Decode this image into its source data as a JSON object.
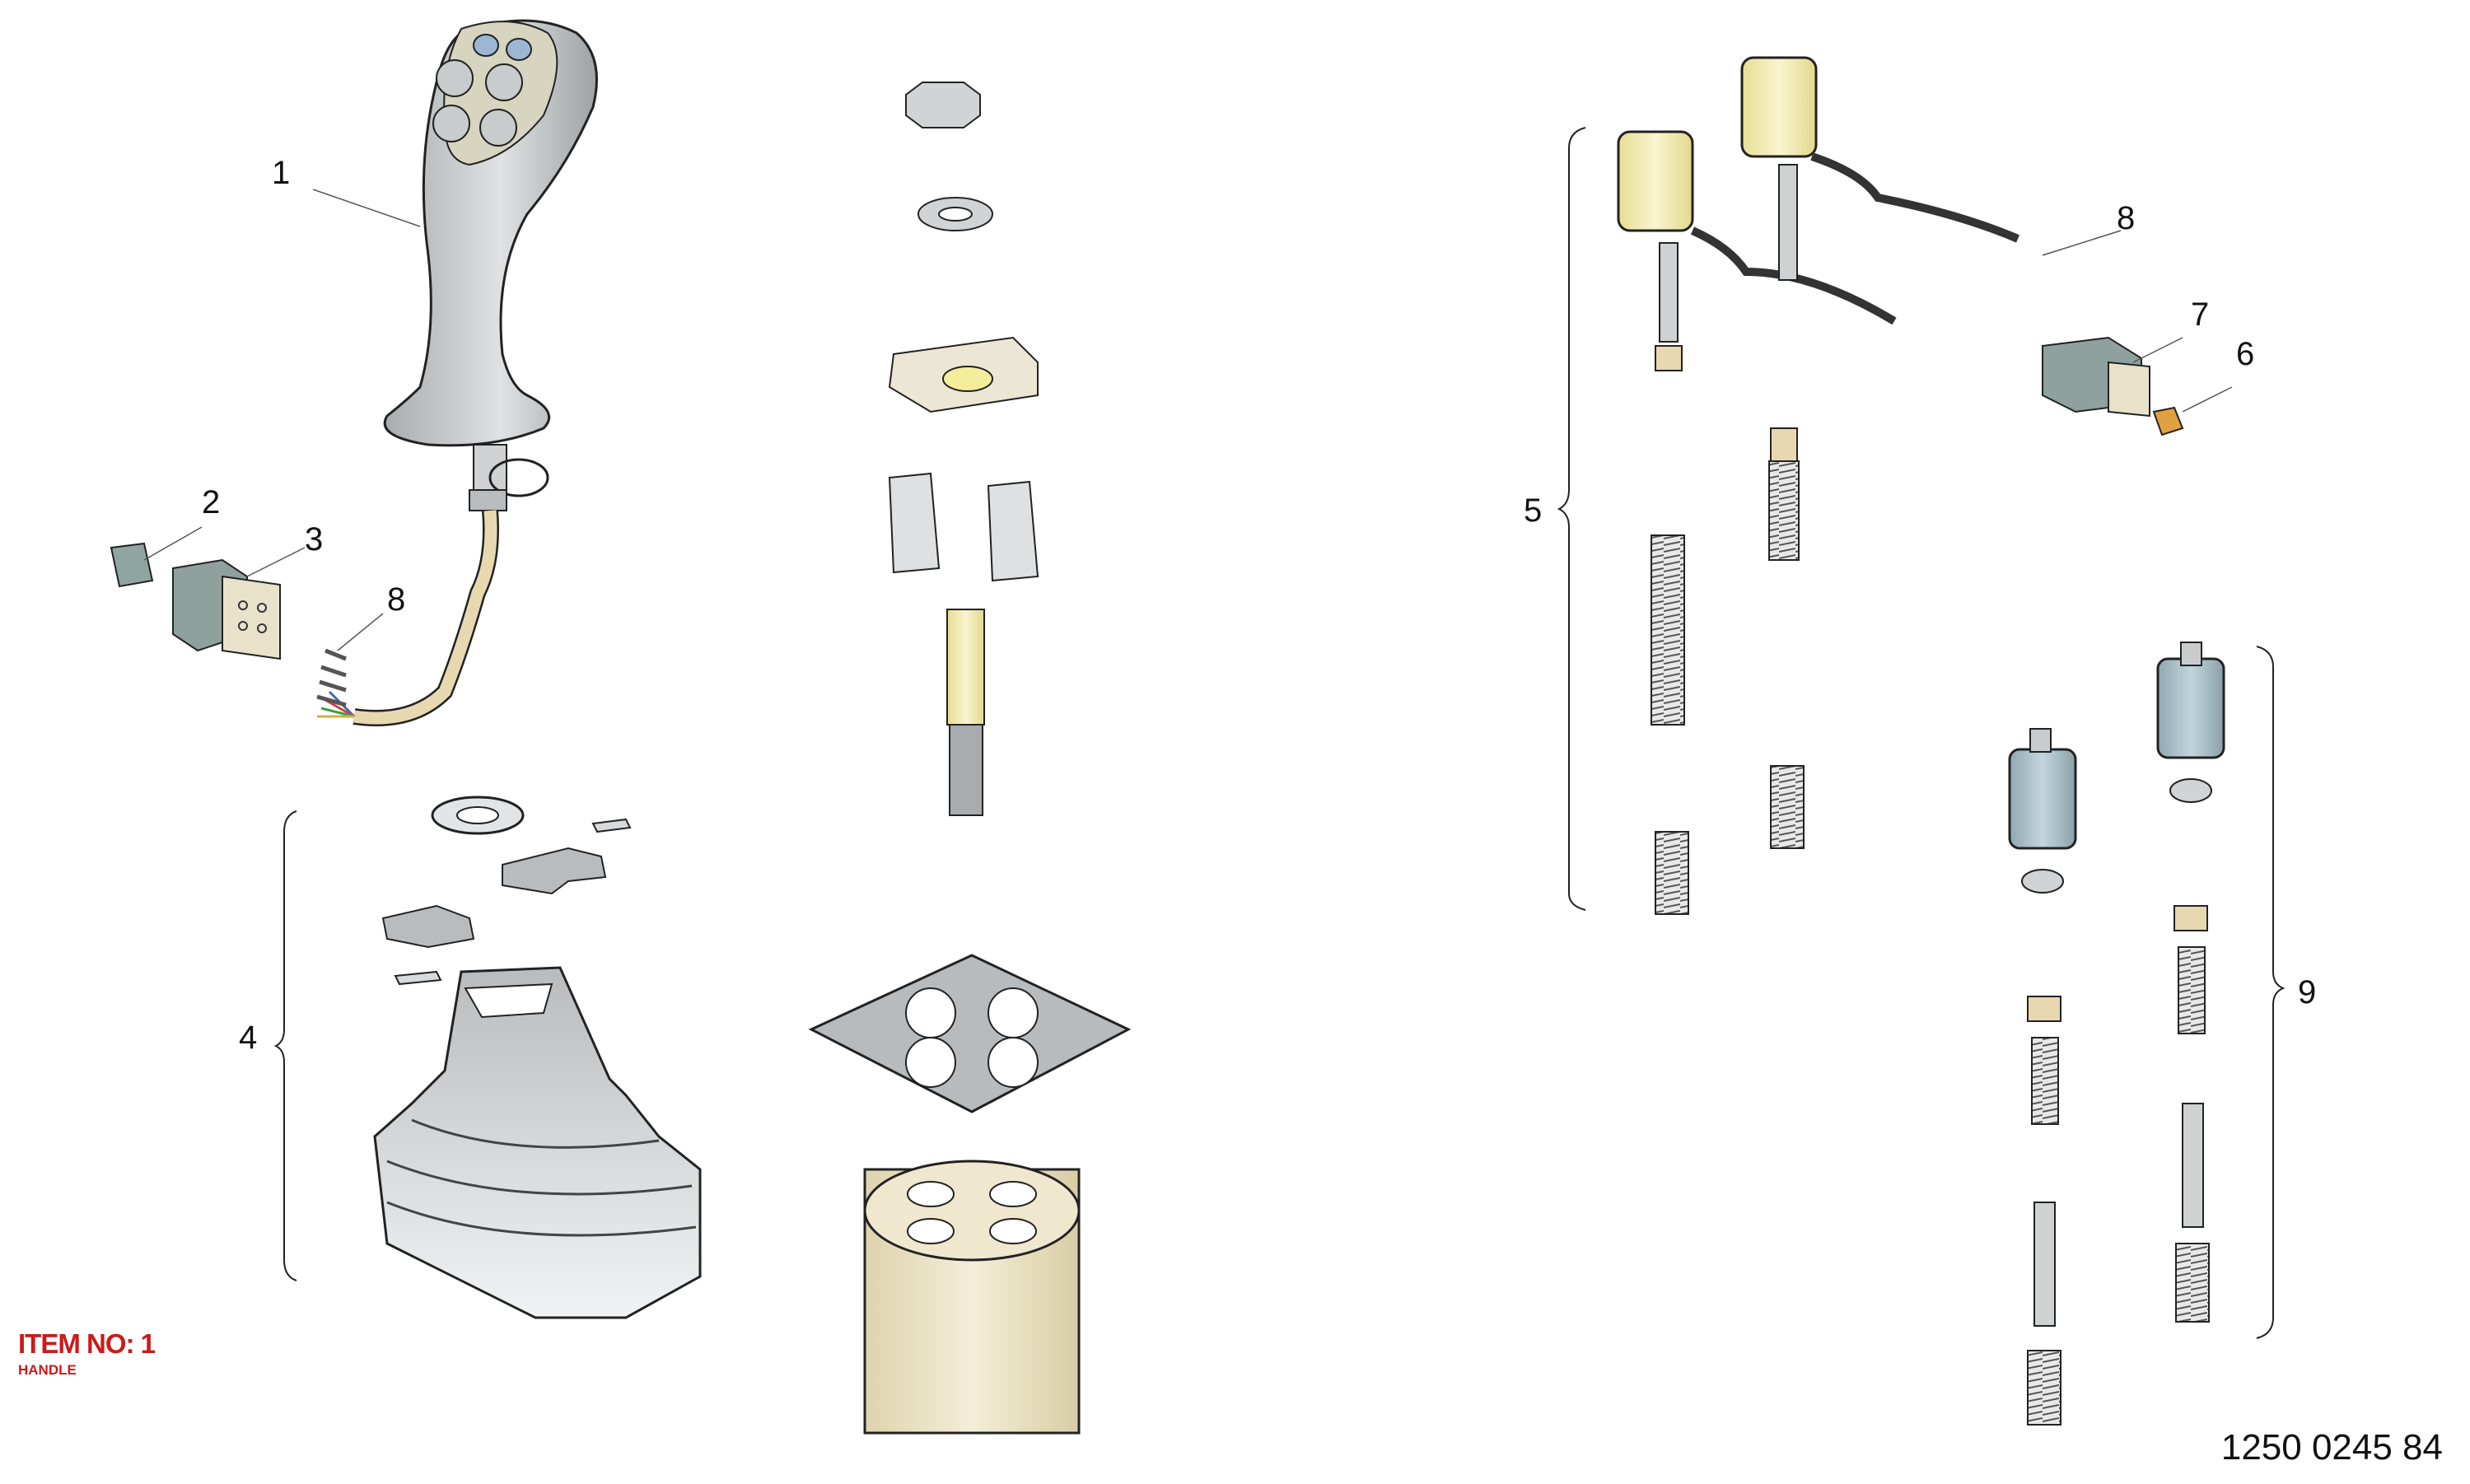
{
  "callouts": {
    "c1": "1",
    "c2": "2",
    "c3": "3",
    "c4": "4",
    "c5": "5",
    "c6": "6",
    "c7": "7",
    "c8a": "8",
    "c8b": "8",
    "c9": "9"
  },
  "item": {
    "label": "ITEM NO: 1",
    "name": "HANDLE"
  },
  "document_number": "1250 0245 84",
  "colors": {
    "handle_grey": "#c9ccce",
    "cream": "#ece5c9",
    "yellow": "#f2edb4",
    "blue_grey": "#a9c0c9",
    "connector_teal": "#8ea19c",
    "orange": "#e0a040",
    "label_red": "#cc1a1a"
  }
}
